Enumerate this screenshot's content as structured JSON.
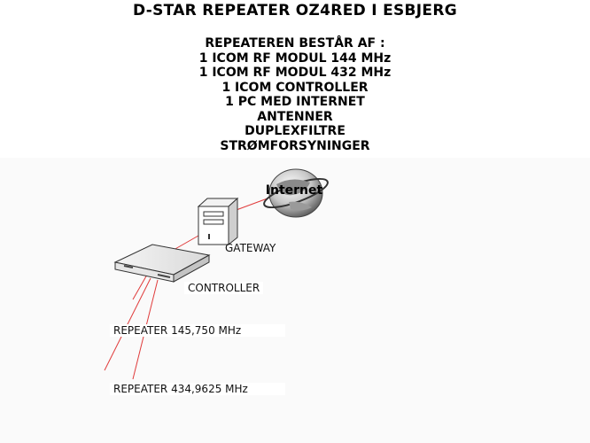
{
  "title": "D-STAR REPEATER OZ4RED I ESBJERG",
  "intro": {
    "heading": "REPEATEREN BESTÅR AF :",
    "items": [
      "1 ICOM RF MODUL 144 MHz",
      "1 ICOM RF MODUL 432 MHz",
      "1 ICOM CONTROLLER",
      "1 PC MED INTERNET",
      "ANTENNER",
      "DUPLEXFILTRE",
      "STRØMFORSYNINGER"
    ]
  },
  "diagram": {
    "internet_label": "Internet",
    "gateway_label": "GATEWAY",
    "controller_label": "CONTROLLER",
    "repeater_vhf_label": "REPEATER 145,750 MHz",
    "repeater_uhf_label": "REPEATER 434,9625 MHz",
    "link_color": "#e03a3a",
    "icons": [
      "globe-icon",
      "pc-tower-icon",
      "rack-unit-icon"
    ]
  }
}
